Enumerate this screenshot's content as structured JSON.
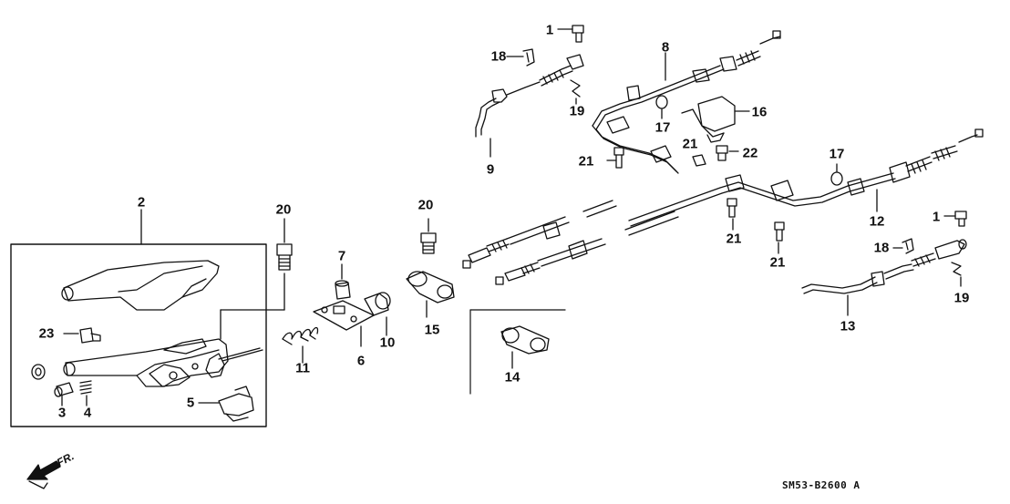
{
  "diagram": {
    "callouts": [
      {
        "id": "c1a",
        "text": "1"
      },
      {
        "id": "c1b",
        "text": "1"
      },
      {
        "id": "c2",
        "text": "2"
      },
      {
        "id": "c3",
        "text": "3"
      },
      {
        "id": "c4",
        "text": "4"
      },
      {
        "id": "c5",
        "text": "5"
      },
      {
        "id": "c6",
        "text": "6"
      },
      {
        "id": "c7",
        "text": "7"
      },
      {
        "id": "c8",
        "text": "8"
      },
      {
        "id": "c9",
        "text": "9"
      },
      {
        "id": "c10",
        "text": "10"
      },
      {
        "id": "c11",
        "text": "11"
      },
      {
        "id": "c12",
        "text": "12"
      },
      {
        "id": "c13",
        "text": "13"
      },
      {
        "id": "c14",
        "text": "14"
      },
      {
        "id": "c15",
        "text": "15"
      },
      {
        "id": "c16",
        "text": "16"
      },
      {
        "id": "c17a",
        "text": "17"
      },
      {
        "id": "c17b",
        "text": "17"
      },
      {
        "id": "c18a",
        "text": "18"
      },
      {
        "id": "c18b",
        "text": "18"
      },
      {
        "id": "c19a",
        "text": "19"
      },
      {
        "id": "c19b",
        "text": "19"
      },
      {
        "id": "c20a",
        "text": "20"
      },
      {
        "id": "c20b",
        "text": "20"
      },
      {
        "id": "c21a",
        "text": "21"
      },
      {
        "id": "c21b",
        "text": "21"
      },
      {
        "id": "c21c",
        "text": "21"
      },
      {
        "id": "c21d",
        "text": "21"
      },
      {
        "id": "c22",
        "text": "22"
      },
      {
        "id": "c23",
        "text": "23"
      }
    ],
    "direction_label": "FR.",
    "diagram_code": "SM53-B2600 A"
  }
}
